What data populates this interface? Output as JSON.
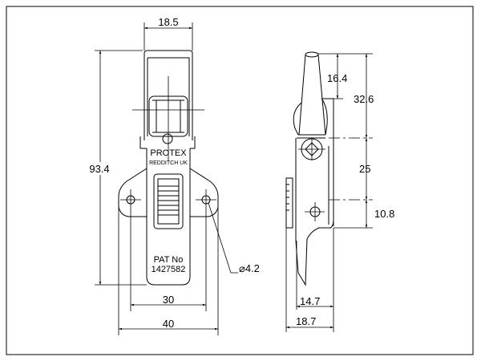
{
  "front_view": {
    "brand": "PROTEX",
    "maker": "REDDITCH UK",
    "patent_label": "PAT No",
    "patent_number": "1427582",
    "dimensions": {
      "strap_width": "18.5",
      "overall_height": "93.4",
      "hole_spacing": "30",
      "overall_width": "40",
      "hole_diameter": "⌀4.2"
    }
  },
  "side_view": {
    "dimensions": {
      "tip_to_strap": "16.4",
      "tip_to_pivot": "32.6",
      "pivot_to_hole": "25",
      "hole_to_base": "10.8",
      "body_depth": "14.7",
      "overall_depth": "18.7"
    }
  }
}
